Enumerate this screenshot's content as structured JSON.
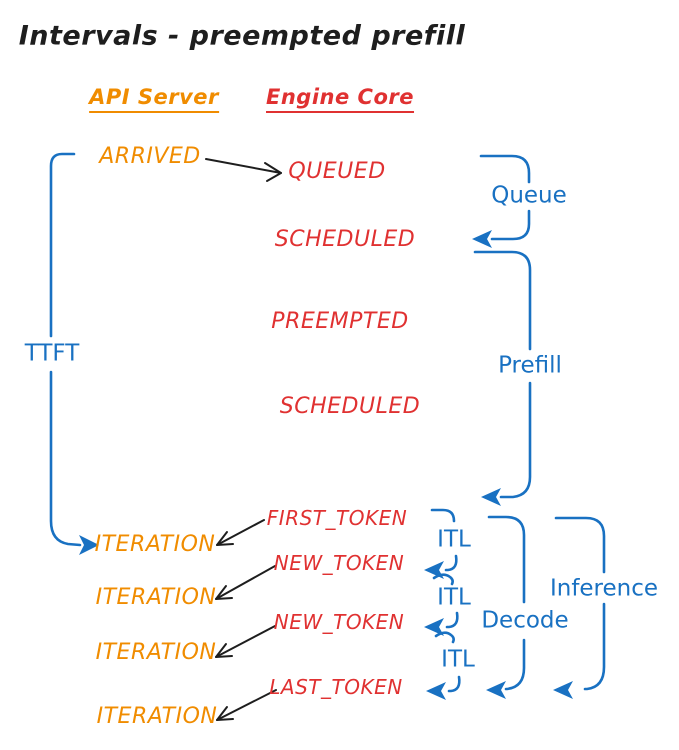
{
  "title": "Intervals - preempted prefill",
  "columns": {
    "api_server": "API Server",
    "engine_core": "Engine Core"
  },
  "api_events": {
    "arrived": "ARRIVED",
    "iteration1": "ITERATION",
    "iteration2": "ITERATION",
    "iteration3": "ITERATION",
    "iteration4": "ITERATION"
  },
  "engine_events": {
    "queued": "QUEUED",
    "scheduled1": "SCHEDULED",
    "preempted": "PREEMPTED",
    "scheduled2": "SCHEDULED",
    "first_token": "FIRST_TOKEN",
    "new_token1": "NEW_TOKEN",
    "new_token2": "NEW_TOKEN",
    "last_token": "LAST_TOKEN"
  },
  "intervals": {
    "ttft": "TTFT",
    "queue": "Queue",
    "prefill": "Prefill",
    "itl1": "ITL",
    "itl2": "ITL",
    "itl3": "ITL",
    "decode": "Decode",
    "inference": "Inference"
  },
  "colors": {
    "ink": "#1e1e1e",
    "api": "#f08c00",
    "engine": "#e03131",
    "interval": "#1971c2"
  }
}
